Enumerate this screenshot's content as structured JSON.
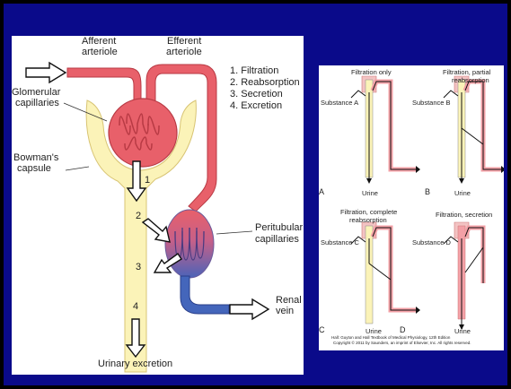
{
  "left_panel": {
    "labels": {
      "afferent": "Afferent",
      "afferent2": "arteriole",
      "efferent": "Efferent",
      "efferent2": "arteriole",
      "glomerular": "Glomerular",
      "glomerular2": "capillaries",
      "bowmans": "Bowman's",
      "bowmans2": "capsule",
      "peritubular": "Peritubular",
      "peritubular2": "capillaries",
      "renal": "Renal",
      "renal2": "vein",
      "urinary": "Urinary excretion"
    },
    "processes": [
      "1. Filtration",
      "2. Reabsorption",
      "3. Secretion",
      "4. Excretion"
    ],
    "step_numbers": [
      "1",
      "2",
      "3",
      "4"
    ],
    "colors": {
      "artery": "#e8606a",
      "vein": "#4466bb",
      "tubule": "#fbf3b8"
    }
  },
  "right_panel": {
    "panels": [
      {
        "title": "Filtration only",
        "substance": "Substance A",
        "letter": "A",
        "urine": "Urine"
      },
      {
        "title": "Filtration, partial",
        "title2": "reabsorption",
        "substance": "Substance B",
        "letter": "B",
        "urine": "Urine"
      },
      {
        "title": "Filtration, complete",
        "title2": "reabsorption",
        "substance": "Substance C",
        "letter": "C",
        "urine": "Urine"
      },
      {
        "title": "Filtration, secretion",
        "substance": "Substance D",
        "letter": "D",
        "urine": "Urine"
      }
    ],
    "credit1": "Hall: Guyton and Hall Textbook of Medical Physiology, 12th Edition",
    "credit2": "Copyright © 2011 by Saunders, an imprint of Elsevier, Inc. All rights reserved."
  }
}
